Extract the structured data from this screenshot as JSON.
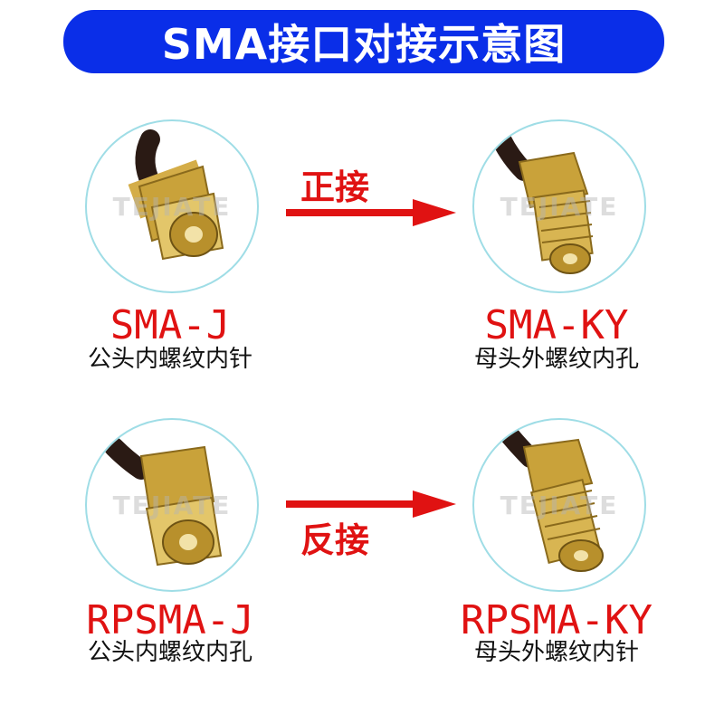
{
  "header": {
    "title": "SMA接口对接示意图"
  },
  "watermark": "TEJIATE",
  "rows": [
    {
      "arrow_label": "正接",
      "left": {
        "code": "SMA-J",
        "desc": "公头内螺纹内针"
      },
      "right": {
        "code": "SMA-KY",
        "desc": "母头外螺纹内孔"
      }
    },
    {
      "arrow_label": "反接",
      "left": {
        "code": "RPSMA-J",
        "desc": "公头内螺纹内孔"
      },
      "right": {
        "code": "RPSMA-KY",
        "desc": "母头外螺纹内针"
      }
    }
  ],
  "colors": {
    "banner": "#0a2ee8",
    "accent_red": "#e01212",
    "circle_border": "#9fdde6",
    "gold": "#c9a23a"
  }
}
